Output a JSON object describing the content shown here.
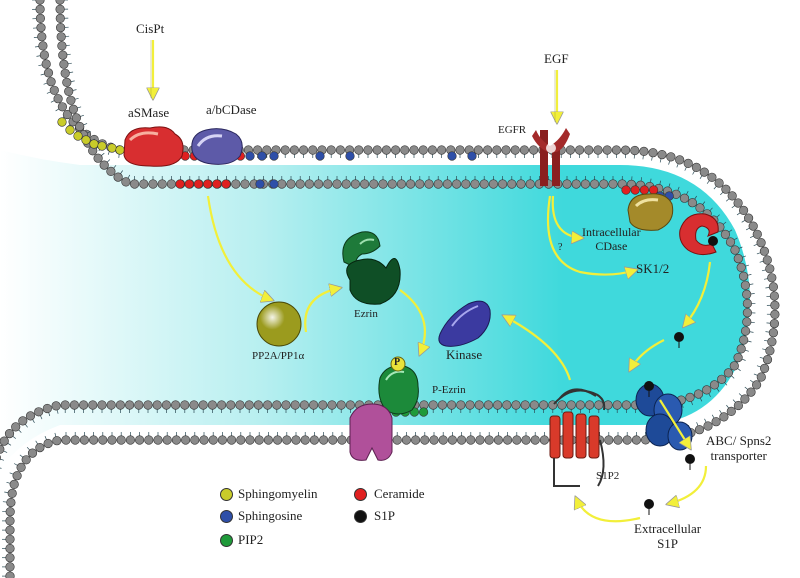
{
  "labels": {
    "cispt": "CisPt",
    "asmase": "aSMase",
    "abcdase": "a/bCDase",
    "egf": "EGF",
    "egfr": "EGFR",
    "intracellular_cdase": "Intracellular\nCDase",
    "question": "?",
    "sk12": "SK1/2",
    "ezrin": "Ezrin",
    "pp2a": "PP2A/PP1α",
    "kinase": "Kinase",
    "p": "P",
    "p_ezrin": "P-Ezrin",
    "abc_transporter": "ABC/ Spns2\ntransporter",
    "s1p2": "S1P2",
    "extracellular_s1p": "Extracellular\nS1P"
  },
  "legend": [
    {
      "name": "Sphingomyelin",
      "color": "#c9cc2a"
    },
    {
      "name": "Ceramide",
      "color": "#e02020"
    },
    {
      "name": "Sphingosine",
      "color": "#2e4fa8"
    },
    {
      "name": "S1P",
      "color": "#111111"
    },
    {
      "name": "PIP2",
      "color": "#1f9a3a"
    }
  ],
  "colors": {
    "lipid_head": "#8a8a8a",
    "sphingomyelin": "#c9cc2a",
    "ceramide": "#e02020",
    "sphingosine": "#2e4fa8",
    "s1p": "#111111",
    "pip2": "#1f9a3a",
    "arrow": "#f2ef3a",
    "cytoplasm": "#3fd9dc"
  }
}
